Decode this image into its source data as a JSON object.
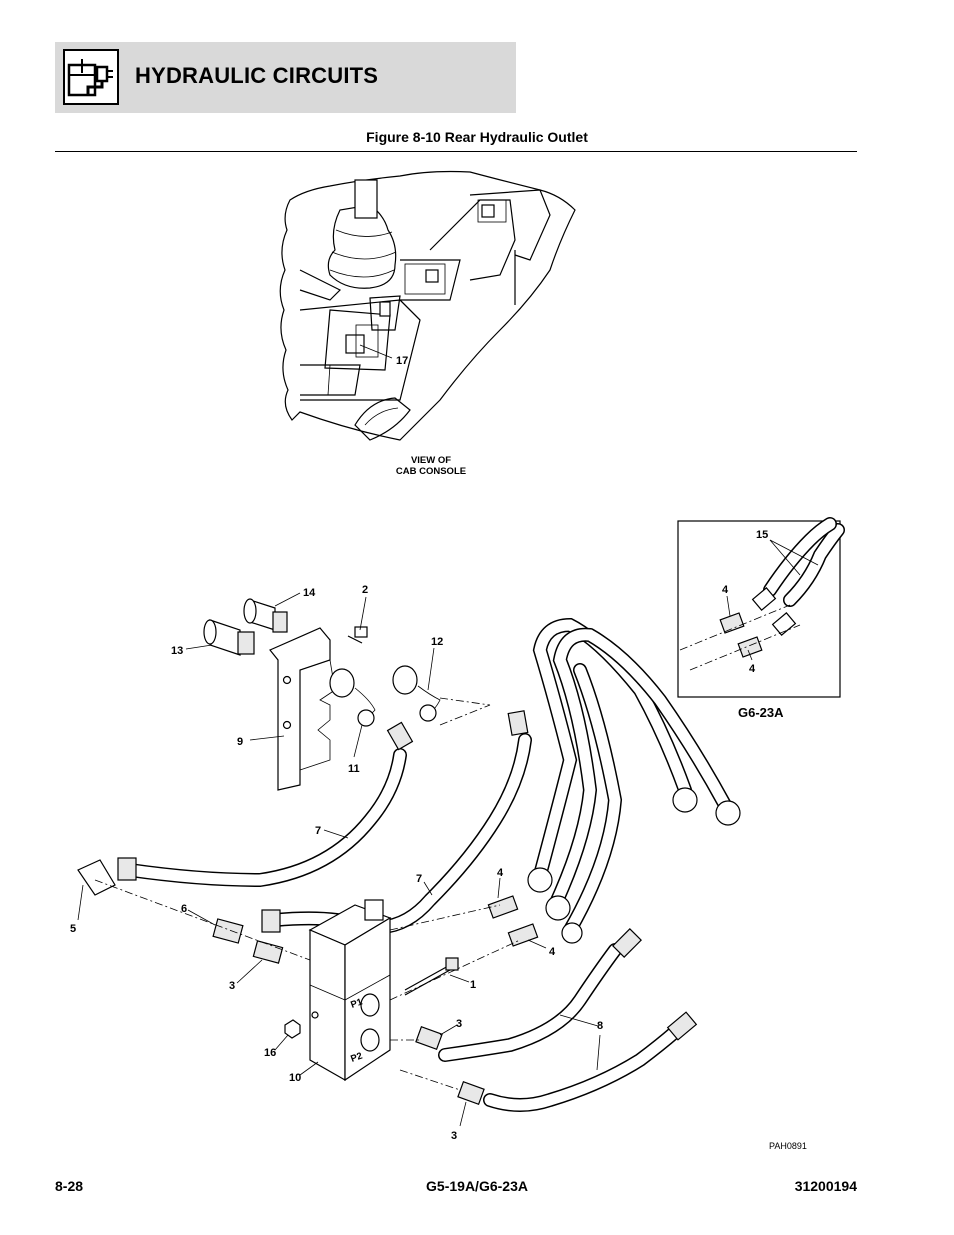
{
  "header": {
    "section_title": "HYDRAULIC CIRCUITS",
    "icon": "hydraulic-circuit-icon"
  },
  "figure": {
    "title": "Figure 8-10 Rear Hydraulic Outlet",
    "console_caption_line1": "VIEW OF",
    "console_caption_line2": "CAB CONSOLE",
    "inset_title": "G6-23A",
    "drawing_id": "PAH0891"
  },
  "callouts": {
    "c17": "17",
    "c14": "14",
    "c2": "2",
    "c13": "13",
    "c12": "12",
    "c9": "9",
    "c11": "11",
    "c7a": "7",
    "c7b": "7",
    "c5": "5",
    "c6": "6",
    "c4a": "4",
    "c4b": "4",
    "c3a": "3",
    "c3b": "3",
    "c3c": "3",
    "c1": "1",
    "c8": "8",
    "c16": "16",
    "c10": "10",
    "c15": "15",
    "c4c": "4",
    "c4d": "4",
    "p1": "P1",
    "p2": "P2"
  },
  "footer": {
    "page": "8-28",
    "model": "G5-19A/G6-23A",
    "doc_number": "31200194"
  }
}
